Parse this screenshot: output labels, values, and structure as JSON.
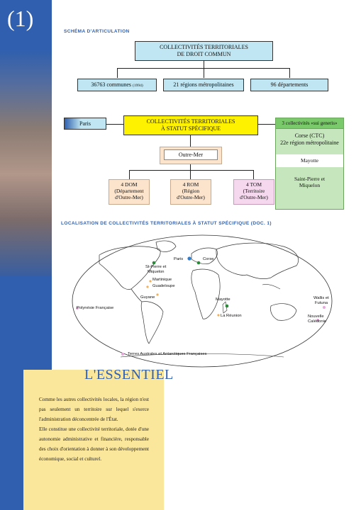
{
  "chapter": {
    "number": "(1)"
  },
  "schema": {
    "title": "SCHÉMA D'ARTICULATION",
    "top_box_line1": "COLLECTIVITÉS TERRITORIALES",
    "top_box_line2": "DE DROIT COMMUN",
    "communes": "36763 communes",
    "communes_year": "(1994)",
    "regions": "21 régions métropolitaines",
    "departements": "96 départements",
    "specific_line1": "COLLECTIVITÉS TERRITORIALES",
    "specific_line2": "À STATUT SPÉCIFIQUE",
    "paris": "Paris",
    "outre_mer": "Outre-Mer",
    "dom": [
      "4 DOM",
      "(Département",
      "d'Outre-Mer)"
    ],
    "rom": [
      "4 ROM",
      "(Région",
      "d'Outre-Mer)"
    ],
    "tom": [
      "4 TOM",
      "(Territoire",
      "d'Outre-Mer)"
    ],
    "sui_generis": "3 collectivités «sui generis»",
    "corse_line1": "Corse (CTC)",
    "corse_line2": "22e région métropolitaine",
    "mayotte": "Mayotte",
    "spm_line1": "Saint-Pierre et",
    "spm_line2": "Miquelon"
  },
  "localisation": {
    "title": "LOCALISATION DE COLLECTIVITÉS TERRITORIALES À STATUT SPÉCIFIQUE (doc. 1)",
    "labels": {
      "paris": "Paris",
      "corse": "Corse",
      "spm1": "St-Pierre et",
      "spm2": "Miquelon",
      "martinique": "Martinique",
      "guadeloupe": "Guadeloupe",
      "guyane": "Guyane",
      "polynesie": "Polynésie Française",
      "mayotte": "Mayotte",
      "reunion": "La Réunion",
      "wallis1": "Wallis et",
      "wallis2": "Futuna",
      "nc1": "Nouvelle",
      "nc2": "Calédonie",
      "taaf": "Terres Australes et Antarctiques Françaises"
    }
  },
  "essentiel": {
    "title": "L'ESSENTIEL",
    "para1": "Comme les autres collectivités locales, la région n'est pas seulement un territoire sur lequel s'exerce l'administration déconcentrée de l'État.",
    "para2": "Elle constitue une collectivité territoriale, dotée d'une autonomie administrative et financière, responsable des choix d'orientation à donner à son développement économique, social et culturel."
  },
  "colors": {
    "brand_blue": "#2f5fae",
    "cyan": "#bfe6f2",
    "yellow": "#fff200",
    "green": "#7ac96a",
    "essentiel_bg": "#fbe79b"
  }
}
